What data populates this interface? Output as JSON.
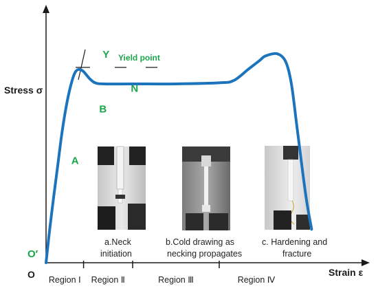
{
  "chart_data": {
    "type": "line",
    "xlabel": "Strain ε",
    "ylabel": "Stress σ",
    "origin_label": "O",
    "series": [
      {
        "points": [
          [
            0.0,
            0.0
          ],
          [
            0.01,
            0.12
          ],
          [
            0.025,
            0.28
          ],
          [
            0.04,
            0.43
          ],
          [
            0.055,
            0.58
          ],
          [
            0.07,
            0.7
          ],
          [
            0.085,
            0.79
          ],
          [
            0.1,
            0.85
          ],
          [
            0.115,
            0.865
          ],
          [
            0.13,
            0.855
          ],
          [
            0.15,
            0.825
          ],
          [
            0.17,
            0.805
          ],
          [
            0.2,
            0.8
          ],
          [
            0.3,
            0.8
          ],
          [
            0.45,
            0.8
          ],
          [
            0.6,
            0.805
          ],
          [
            0.65,
            0.815
          ],
          [
            0.7,
            0.865
          ],
          [
            0.74,
            0.905
          ],
          [
            0.76,
            0.925
          ],
          [
            0.8,
            0.935
          ],
          [
            0.83,
            0.9
          ],
          [
            0.85,
            0.8
          ],
          [
            0.87,
            0.6
          ],
          [
            0.9,
            0.3
          ],
          [
            0.92,
            0.15
          ]
        ]
      }
    ],
    "points": [
      {
        "label": "O′",
        "x": 0.0,
        "y": 0.0
      },
      {
        "label": "A",
        "x": 0.04,
        "y": 0.43
      },
      {
        "label": "B",
        "x": 0.07,
        "y": 0.7
      },
      {
        "label": "Y",
        "x": 0.115,
        "y": 0.865
      },
      {
        "label": "N",
        "x": 0.17,
        "y": 0.805
      }
    ],
    "yield_text": "Yield point",
    "regions": [
      "Region Ⅰ",
      "Region Ⅱ",
      "Region Ⅲ",
      "Region Ⅳ"
    ],
    "region_bounds": [
      0.0,
      0.13,
      0.3,
      0.6,
      1.0
    ],
    "captions": [
      {
        "lines": [
          "a.Neck",
          "initiation"
        ]
      },
      {
        "lines": [
          "b.Cold drawing as",
          "necking propagates"
        ]
      },
      {
        "lines": [
          "c. Hardening and",
          "fracture"
        ]
      }
    ],
    "grid": false,
    "legend": "none",
    "colors": {
      "curve": "#1c75bc",
      "labels": "#1aa64a",
      "axes": "#1a1a1a"
    }
  }
}
